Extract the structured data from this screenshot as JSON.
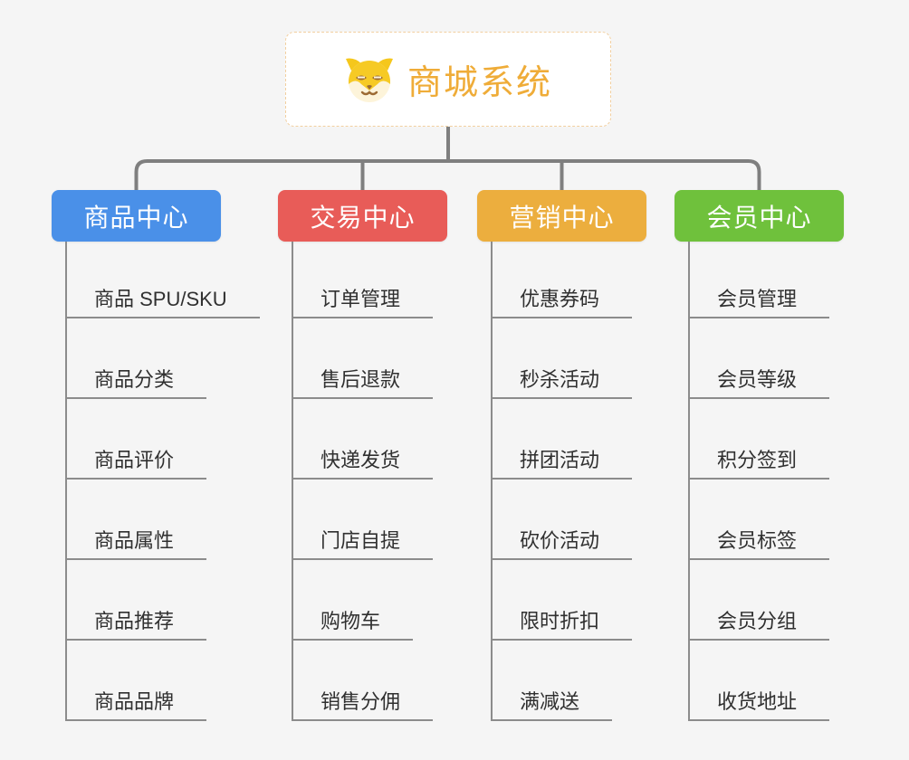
{
  "root": {
    "title": "商城系统",
    "text_color": "#efac38",
    "border_color": "#f2cf9f",
    "icon": "dog-face"
  },
  "branches": [
    {
      "label": "商品中心",
      "color": "#4a90e8",
      "children": [
        "商品 SPU/SKU",
        "商品分类",
        "商品评价",
        "商品属性",
        "商品推荐",
        "商品品牌"
      ]
    },
    {
      "label": "交易中心",
      "color": "#e85c58",
      "children": [
        "订单管理",
        "售后退款",
        "快递发货",
        "门店自提",
        "购物车",
        "销售分佣"
      ]
    },
    {
      "label": "营销中心",
      "color": "#ecae3e",
      "children": [
        "优惠券码",
        "秒杀活动",
        "拼团活动",
        "砍价活动",
        "限时折扣",
        "满减送"
      ]
    },
    {
      "label": "会员中心",
      "color": "#6fc13c",
      "children": [
        "会员管理",
        "会员等级",
        "积分签到",
        "会员标签",
        "会员分组",
        "收货地址"
      ]
    }
  ],
  "theme": {
    "background": "#f5f5f5",
    "connector_color": "#7f7f7f",
    "leaf_line_color": "#8c8c8c",
    "leaf_text_color": "#303030",
    "node_text_color": "#ffffff"
  }
}
